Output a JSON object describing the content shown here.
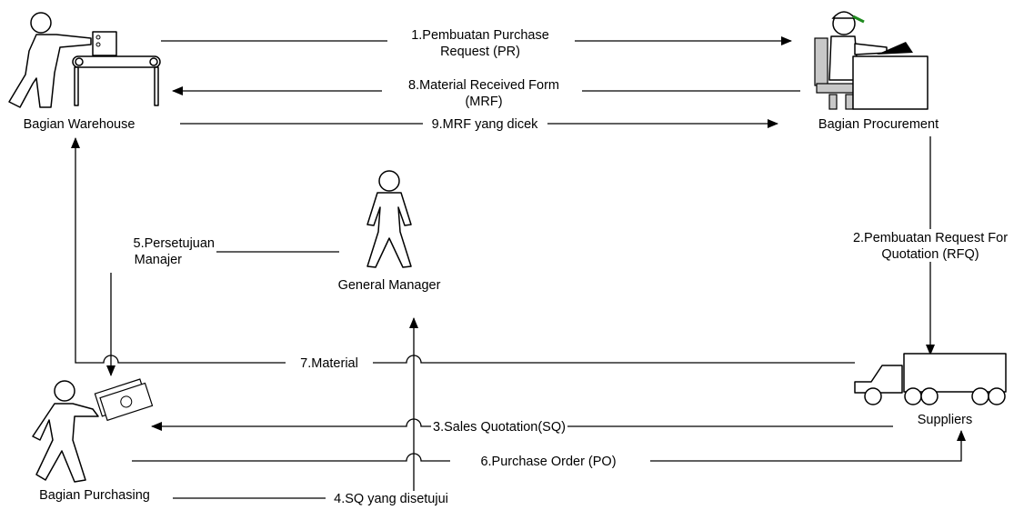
{
  "actors": {
    "warehouse": "Bagian Warehouse",
    "procurement": "Bagian Procurement",
    "general_manager": "General Manager",
    "purchasing": "Bagian Purchasing",
    "suppliers": "Suppliers"
  },
  "flows": {
    "f1": [
      "1.Pembuatan Purchase",
      "Request (PR)"
    ],
    "f2": [
      "2.Pembuatan Request For",
      "Quotation (RFQ)"
    ],
    "f3": "3.Sales Quotation(SQ)",
    "f4": "4.SQ yang disetujui",
    "f5": [
      "5.Persetujuan",
      "Manajer"
    ],
    "f6": "6.Purchase Order (PO)",
    "f7": "7.Material",
    "f8": [
      "8.Material Received Form",
      "(MRF)"
    ],
    "f9": "9.MRF yang dicek"
  }
}
